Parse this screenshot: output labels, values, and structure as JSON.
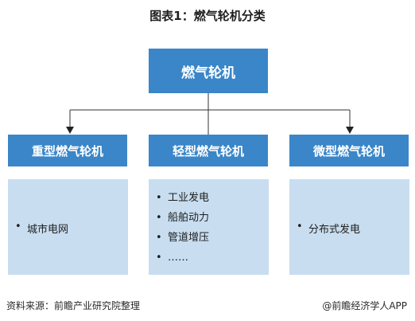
{
  "title": "图表1：燃气轮机分类",
  "root": {
    "label": "燃气轮机"
  },
  "categories": [
    {
      "label": "重型燃气轮机",
      "items": [
        "城市电网"
      ]
    },
    {
      "label": "轻型燃气轮机",
      "items": [
        "工业发电",
        "船舶动力",
        "管道增压",
        "……"
      ]
    },
    {
      "label": "微型燃气轮机",
      "items": [
        "分布式发电"
      ]
    }
  ],
  "footer": {
    "source": "资料来源：前瞻产业研究院整理",
    "brand": "@前瞻经济学人APP"
  },
  "colors": {
    "box": "#3a86c8",
    "panel": "#c8ddf0",
    "line": "#333333"
  }
}
